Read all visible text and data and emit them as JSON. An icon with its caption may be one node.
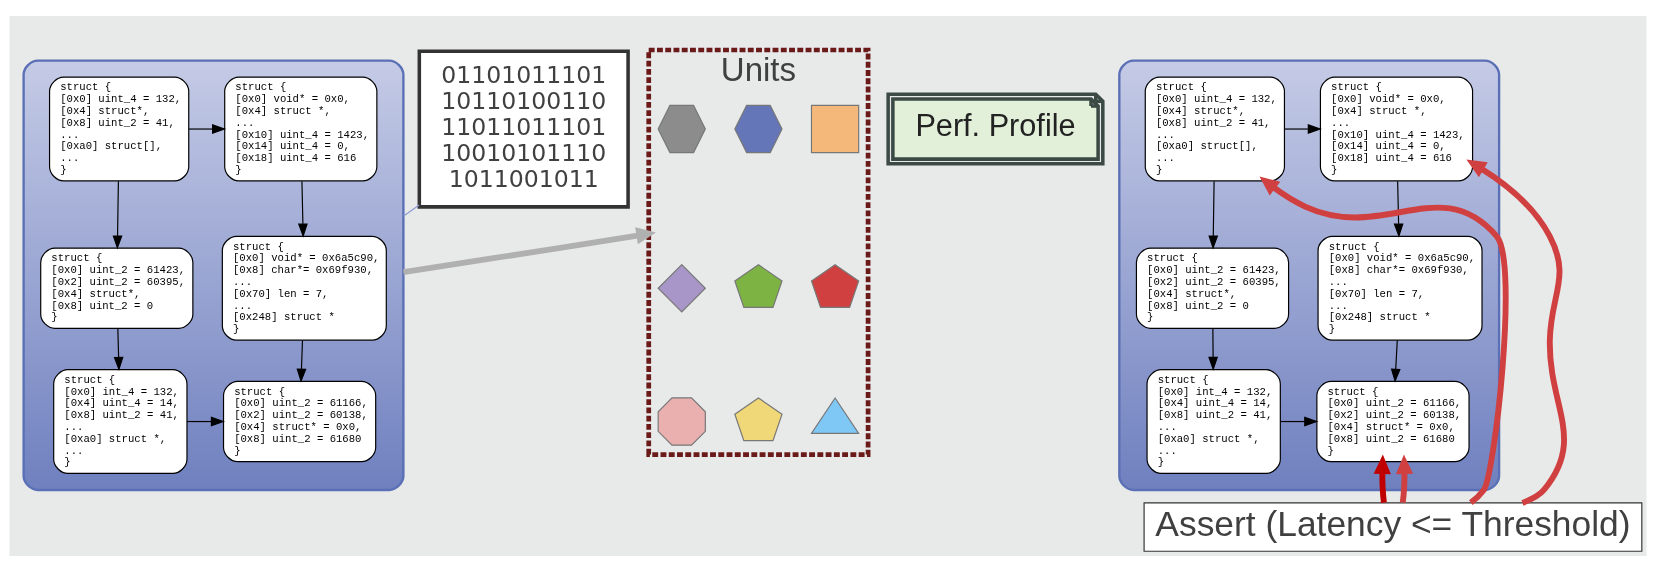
{
  "diagram": {
    "nodes": [
      {
        "text": [],
        "shape": "box"
      },
      {
        "text": [
          "struct {",
          "[0x0] uint_4 = 132,",
          "[0x4] struct*,",
          "[0x8] uint_2 = 41,",
          "...",
          "[0xa0] struct[],",
          "...",
          "}"
        ],
        "in": 0
      },
      {
        "text": [
          "struct {",
          "[0x0] void* = 0x0,",
          "[0x4] struct *,",
          "...",
          "[0x10] uint_4 = 1423,",
          "[0x14] uint_4 = 0,",
          "[0x18] uint_4 = 616",
          "}"
        ],
        "in": 0
      },
      {
        "text": [
          "struct {",
          "[0x0] uint_2 = 61423,",
          "[0x2] uint_2 = 60395,",
          "[0x4] struct*,",
          "[0x8] uint_2 = 0",
          "}"
        ],
        "in": 0
      },
      {
        "text": [
          "struct {",
          "[0x0] void* = 0x6a5c90,",
          "[0x8] char*= 0x69f930,",
          "...",
          "[0x70] len = 7,",
          "...",
          "[0x248] struct *",
          "}"
        ],
        "in": 0
      },
      {
        "text": [
          "struct {",
          "[0x0] int_4 = 132,",
          "[0x4] uint_4 = 14,",
          "[0x8] uint_2 = 41,",
          "...",
          "[0xa0] struct *,",
          "...",
          "}"
        ],
        "in": 0
      },
      {
        "text": [
          "struct {",
          "[0x0] uint_2 = 61166,",
          "[0x2] uint_2 = 60138,",
          "[0x4] struct* = 0x0,",
          "[0x8] uint_2 = 61680",
          "}"
        ],
        "in": 0
      },
      {
        "text": [
          "01101011101",
          "10110100110",
          "11011011101",
          "10010101110",
          "1011001011"
        ]
      },
      {
        "text": [
          "Units"
        ]
      },
      {
        "text": [],
        "shape": "square",
        "in": 8
      },
      {
        "text": [],
        "shape": "hexagon",
        "in": 8
      },
      {
        "text": [],
        "shape": "hexagon",
        "in": 8
      },
      {
        "text": [],
        "shape": "pentagon",
        "in": 8
      },
      {
        "text": [],
        "shape": "pentagon",
        "in": 8
      },
      {
        "text": [],
        "shape": "diamond",
        "in": 8
      },
      {
        "text": [],
        "shape": "triangle",
        "in": 8
      },
      {
        "text": [],
        "shape": "pentagon",
        "in": 8
      },
      {
        "text": [],
        "shape": "blob",
        "in": 8
      },
      {
        "text": [
          "Perf. Profile"
        ]
      },
      {
        "text": [],
        "shape": "box"
      },
      {
        "text": [
          "struct {",
          "[0x0] uint_4 = 132,",
          "[0x4] struct*,",
          "[0x8] uint_2 = 41,",
          "...",
          "[0xa0] struct[],",
          "...",
          "}"
        ],
        "in": 19
      },
      {
        "text": [
          "struct {",
          "[0x0] void* = 0x0,",
          "[0x4] struct *,",
          "...",
          "[0x10] uint_4 = 1423,",
          "[0x14] uint_4 = 0,",
          "[0x18] uint_4 = 616",
          "}"
        ],
        "in": 19
      },
      {
        "text": [
          "struct {",
          "[0x0] uint_2 = 61423,",
          "[0x2] uint_2 = 60395,",
          "[0x4] struct*,",
          "[0x8] uint_2 = 0",
          "}"
        ],
        "in": 19
      },
      {
        "text": [
          "struct {",
          "[0x0] void* = 0x6a5c90,",
          "[0x8] char*= 0x69f930,",
          "...",
          "[0x70] len = 7,",
          "...",
          "[0x248] struct *",
          "}"
        ],
        "in": 19
      },
      {
        "text": [
          "struct {",
          "[0x0] int_4 = 132,",
          "[0x4] uint_4 = 14,",
          "[0x8] uint_2 = 41,",
          "...",
          "[0xa0] struct *,",
          "...",
          "}"
        ],
        "in": 19
      },
      {
        "text": [
          "struct {",
          "[0x0] uint_2 = 61166,",
          "[0x2] uint_2 = 60138,",
          "[0x4] struct* = 0x0,",
          "[0x8] uint_2 = 61680",
          "}"
        ],
        "in": 19
      },
      {
        "text": [
          "Assert (Latency <= Threshold)"
        ]
      }
    ],
    "edges": [
      {
        "from": 1,
        "to": 2,
        "arrow": "to"
      },
      {
        "from": 1,
        "to": 3,
        "arrow": "to"
      },
      {
        "from": 2,
        "to": 4,
        "arrow": "to"
      },
      {
        "from": 3,
        "to": 5,
        "arrow": "to"
      },
      {
        "from": 5,
        "to": 6,
        "arrow": "to"
      },
      {
        "from": 4,
        "to": 6,
        "arrow": "to"
      },
      {
        "from": 0,
        "to": 7,
        "arrow": "none",
        "color": "#8c9ad0"
      },
      {
        "from": 0,
        "to": 8,
        "arrow": "to",
        "style": "thick",
        "color": "#b0b0b0"
      },
      {
        "from": 20,
        "to": 21,
        "arrow": "to"
      },
      {
        "from": 20,
        "to": 22,
        "arrow": "to"
      },
      {
        "from": 21,
        "to": 23,
        "arrow": "to"
      },
      {
        "from": 22,
        "to": 24,
        "arrow": "to"
      },
      {
        "from": 24,
        "to": 25,
        "arrow": "to"
      },
      {
        "from": 23,
        "to": 25,
        "arrow": "to"
      },
      {
        "from": 26,
        "to": 20,
        "arrow": "to",
        "style": "thick",
        "color": "#d04040"
      },
      {
        "from": 26,
        "to": 25,
        "arrow": "to",
        "style": "thick",
        "color": "#c00000"
      },
      {
        "from": 26,
        "to": 25,
        "arrow": "to",
        "style": "thick",
        "color": "#d04040"
      },
      {
        "from": 26,
        "to": 21,
        "arrow": "to",
        "style": "thick",
        "color": "#d04040"
      }
    ]
  }
}
